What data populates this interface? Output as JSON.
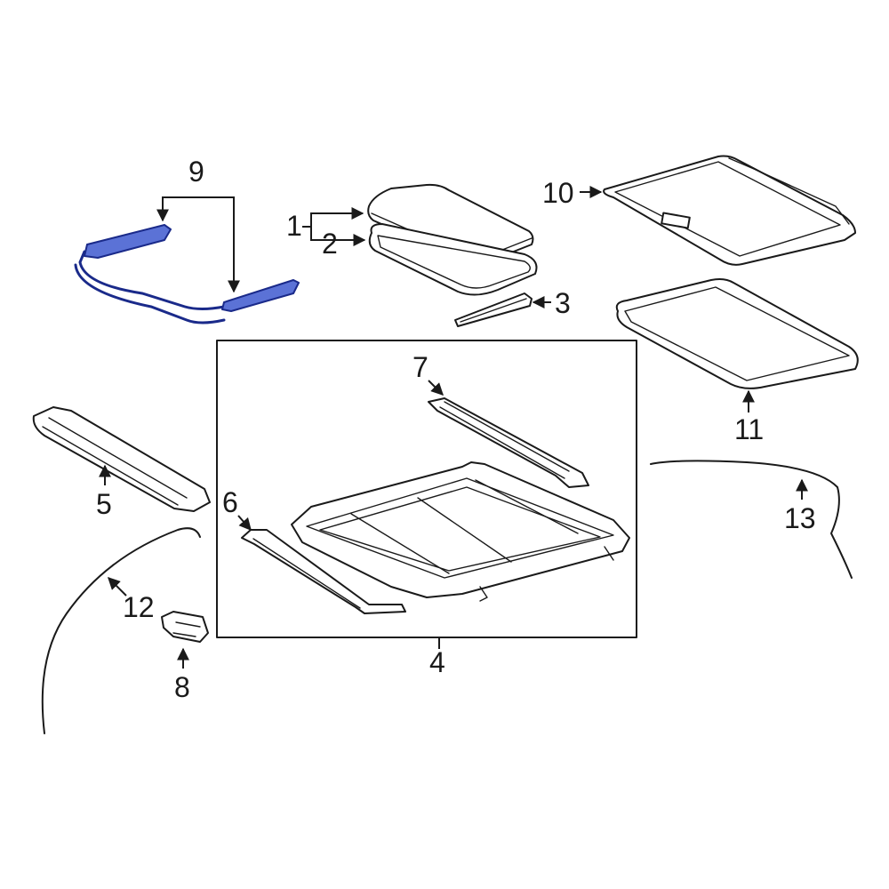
{
  "colors": {
    "highlight": "#5b72d6",
    "ink": "#1a1a1a",
    "background": "#ffffff"
  },
  "callouts": {
    "c1": "1",
    "c2": "2",
    "c3": "3",
    "c4": "4",
    "c5": "5",
    "c6": "6",
    "c7": "7",
    "c8": "8",
    "c9": "9",
    "c10": "10",
    "c11": "11",
    "c12": "12",
    "c13": "13"
  },
  "highlighted_part": "9"
}
